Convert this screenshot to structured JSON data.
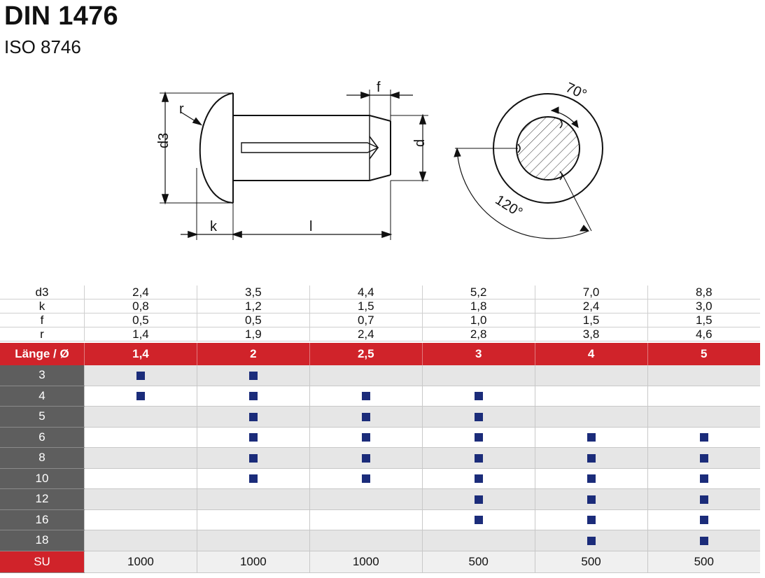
{
  "header": {
    "title": "DIN 1476",
    "subtitle": "ISO 8746"
  },
  "drawing": {
    "labels": {
      "r": "r",
      "d3": "d3",
      "k": "k",
      "l": "l",
      "f": "f",
      "d": "d",
      "angle_small": "70°",
      "angle_large": "120°"
    }
  },
  "dimensions": {
    "sizes": [
      "1,4",
      "2",
      "2,5",
      "3",
      "4",
      "5"
    ],
    "rows": [
      {
        "label": "d3",
        "values": [
          "2,4",
          "3,5",
          "4,4",
          "5,2",
          "7,0",
          "8,8"
        ]
      },
      {
        "label": "k",
        "values": [
          "0,8",
          "1,2",
          "1,5",
          "1,8",
          "2,4",
          "3,0"
        ]
      },
      {
        "label": "f",
        "values": [
          "0,5",
          "0,5",
          "0,7",
          "1,0",
          "1,5",
          "1,5"
        ]
      },
      {
        "label": "r",
        "values": [
          "1,4",
          "1,9",
          "2,4",
          "2,8",
          "3,8",
          "4,6"
        ]
      }
    ]
  },
  "availability": {
    "header_label": "Länge / Ø",
    "lengths": [
      {
        "length": "3",
        "available": [
          true,
          true,
          false,
          false,
          false,
          false
        ]
      },
      {
        "length": "4",
        "available": [
          true,
          true,
          true,
          true,
          false,
          false
        ]
      },
      {
        "length": "5",
        "available": [
          false,
          true,
          true,
          true,
          false,
          false
        ]
      },
      {
        "length": "6",
        "available": [
          false,
          true,
          true,
          true,
          true,
          true
        ]
      },
      {
        "length": "8",
        "available": [
          false,
          true,
          true,
          true,
          true,
          true
        ]
      },
      {
        "length": "10",
        "available": [
          false,
          true,
          true,
          true,
          true,
          true
        ]
      },
      {
        "length": "12",
        "available": [
          false,
          false,
          false,
          true,
          true,
          true
        ]
      },
      {
        "length": "16",
        "available": [
          false,
          false,
          false,
          true,
          true,
          true
        ]
      },
      {
        "length": "18",
        "available": [
          false,
          false,
          false,
          false,
          true,
          true
        ]
      }
    ],
    "su_label": "SU",
    "su_values": [
      "1000",
      "1000",
      "1000",
      "500",
      "500",
      "500"
    ]
  },
  "colors": {
    "header_red": "#d0232a",
    "length_gray": "#5e5e5e",
    "marker_blue": "#1b2c7a"
  }
}
